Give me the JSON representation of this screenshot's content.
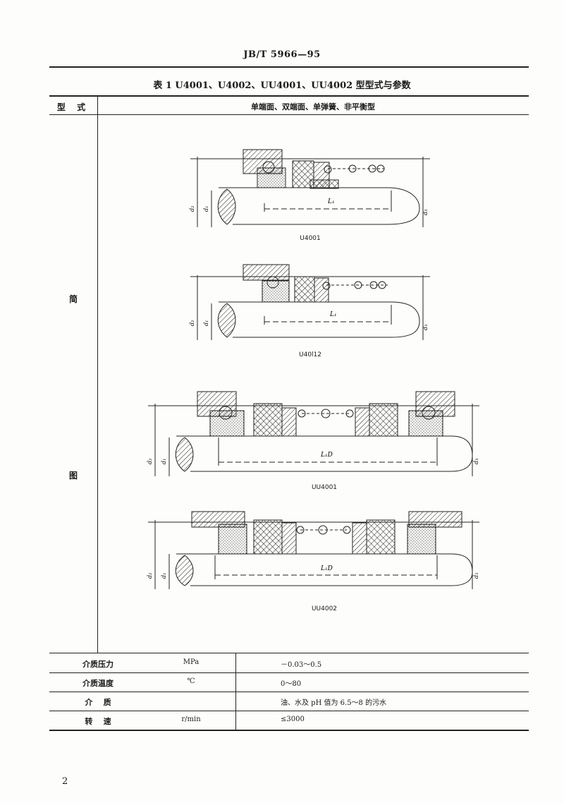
{
  "header": {
    "standard_no": "JB/T 5966—95"
  },
  "table": {
    "caption": "表 1  U4001、U4002、UU4001、UU4002 型型式与参数",
    "col_type": "型 式",
    "col_desc": "单端面、双端面、单弹簧、非平衡型",
    "side_label_1": "简",
    "side_label_2": "图",
    "drawings": [
      {
        "model": "U4001",
        "length_label": "L₁",
        "d_left": "d₁",
        "d_outer": "d₂",
        "d_right": "d₃"
      },
      {
        "model": "U40l12",
        "length_label": "L₁",
        "d_left": "d₁",
        "d_outer": "d₂",
        "d_right": "d₃"
      },
      {
        "model": "UU4001",
        "length_label": "L₁D",
        "d_left": "d₁",
        "d_outer": "d₂",
        "d_right": "d₃"
      },
      {
        "model": "UU4002",
        "length_label": "L₁D",
        "d_left": "d₁",
        "d_outer": "d₂",
        "d_right": "d₃"
      }
    ],
    "params": [
      {
        "label": "介质压力",
        "unit": "MPa",
        "value": "－0.03～0.5"
      },
      {
        "label": "介质温度",
        "unit": "℃",
        "value": "0～80"
      },
      {
        "label": "介    质",
        "unit": "",
        "value": "油、水及 pH 值为 6.5～8 的污水"
      },
      {
        "label": "转    速",
        "unit": "r/min",
        "value": "≤3000"
      }
    ]
  },
  "footer": {
    "page_number": "2"
  }
}
